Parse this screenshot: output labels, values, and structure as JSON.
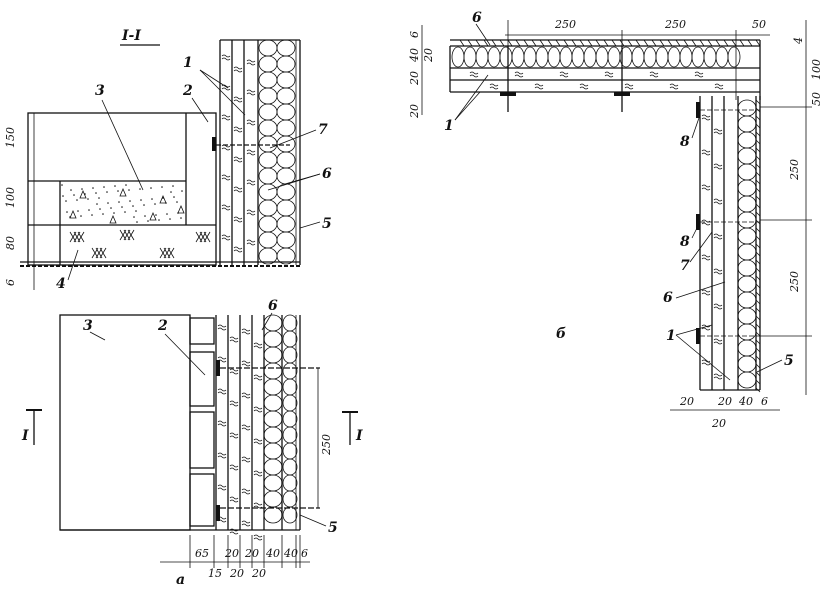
{
  "section_title": "I-I",
  "section_marker": "I",
  "view_labels": {
    "a": "а",
    "b": "б"
  },
  "section_view": {
    "callouts": [
      "1",
      "2",
      "3",
      "7",
      "6",
      "5",
      "4"
    ],
    "dims": [
      "150",
      "100",
      "80",
      "6"
    ]
  },
  "plan_view": {
    "callouts": [
      "3",
      "2",
      "6",
      "5"
    ],
    "dim_250": "250",
    "bottom_dims_top": [
      "65",
      "20",
      "20",
      "40",
      "40",
      "6"
    ],
    "bottom_dims_low": [
      "15",
      "20",
      "20"
    ]
  },
  "corner_view": {
    "callouts": [
      "6",
      "1",
      "8",
      "8",
      "7",
      "6",
      "1",
      "5"
    ],
    "top_dims": [
      "250",
      "250",
      "50"
    ],
    "left_dims": [
      "6",
      "40",
      "20",
      "20",
      "20"
    ],
    "right_dims": [
      "4",
      "100",
      "50",
      "250",
      "250"
    ],
    "bottom_dims": [
      "20",
      "20",
      "40",
      "6",
      "20"
    ]
  }
}
